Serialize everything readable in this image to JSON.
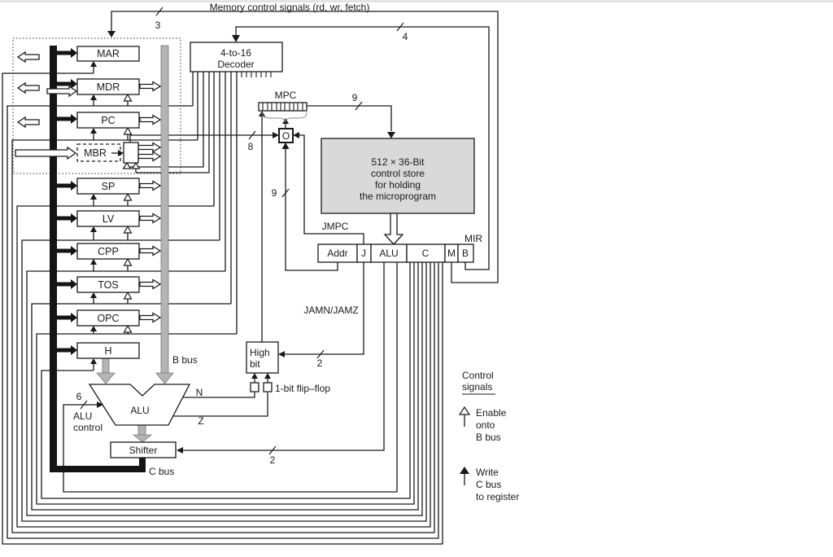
{
  "top_label": "Memory control signals (rd, wr, fetch)",
  "widths": {
    "mem": "3",
    "decoder_in": "4",
    "mpc_to_store": "9",
    "mbr_to_mpc": "8",
    "addr_to_mpc": "9",
    "jam": "2",
    "shifter": "2",
    "alu_control": "6"
  },
  "decoder": {
    "line1": "4-to-16",
    "line2": "Decoder"
  },
  "mpc": {
    "label": "MPC",
    "or_gate": "O"
  },
  "control_store": {
    "line1": "512 × 36-Bit",
    "line2": "control store",
    "line3": "for holding",
    "line4": "the microprogram"
  },
  "mir": {
    "label": "MIR",
    "fields": [
      "Addr",
      "J",
      "ALU",
      "C",
      "M",
      "B"
    ]
  },
  "registers": [
    "MAR",
    "MDR",
    "PC",
    "MBR",
    "SP",
    "LV",
    "CPP",
    "TOS",
    "OPC",
    "H"
  ],
  "alu": {
    "label": "ALU",
    "control_line1": "ALU",
    "control_line2": "control",
    "flag_n": "N",
    "flag_z": "Z"
  },
  "shifter": {
    "label": "Shifter"
  },
  "buses": {
    "b": "B bus",
    "c": "C bus"
  },
  "jump": {
    "jmpc": "JMPC",
    "jam": "JAMN/JAMZ",
    "high_bit_line1": "High",
    "high_bit_line2": "bit",
    "flip_flop": "1-bit flip–flop"
  },
  "legend": {
    "title_line1": "Control",
    "title_line2": "signals",
    "enable_line1": "Enable",
    "enable_line2": "onto",
    "enable_line3": "B bus",
    "write_line1": "Write",
    "write_line2": "C bus",
    "write_line3": "to register"
  }
}
